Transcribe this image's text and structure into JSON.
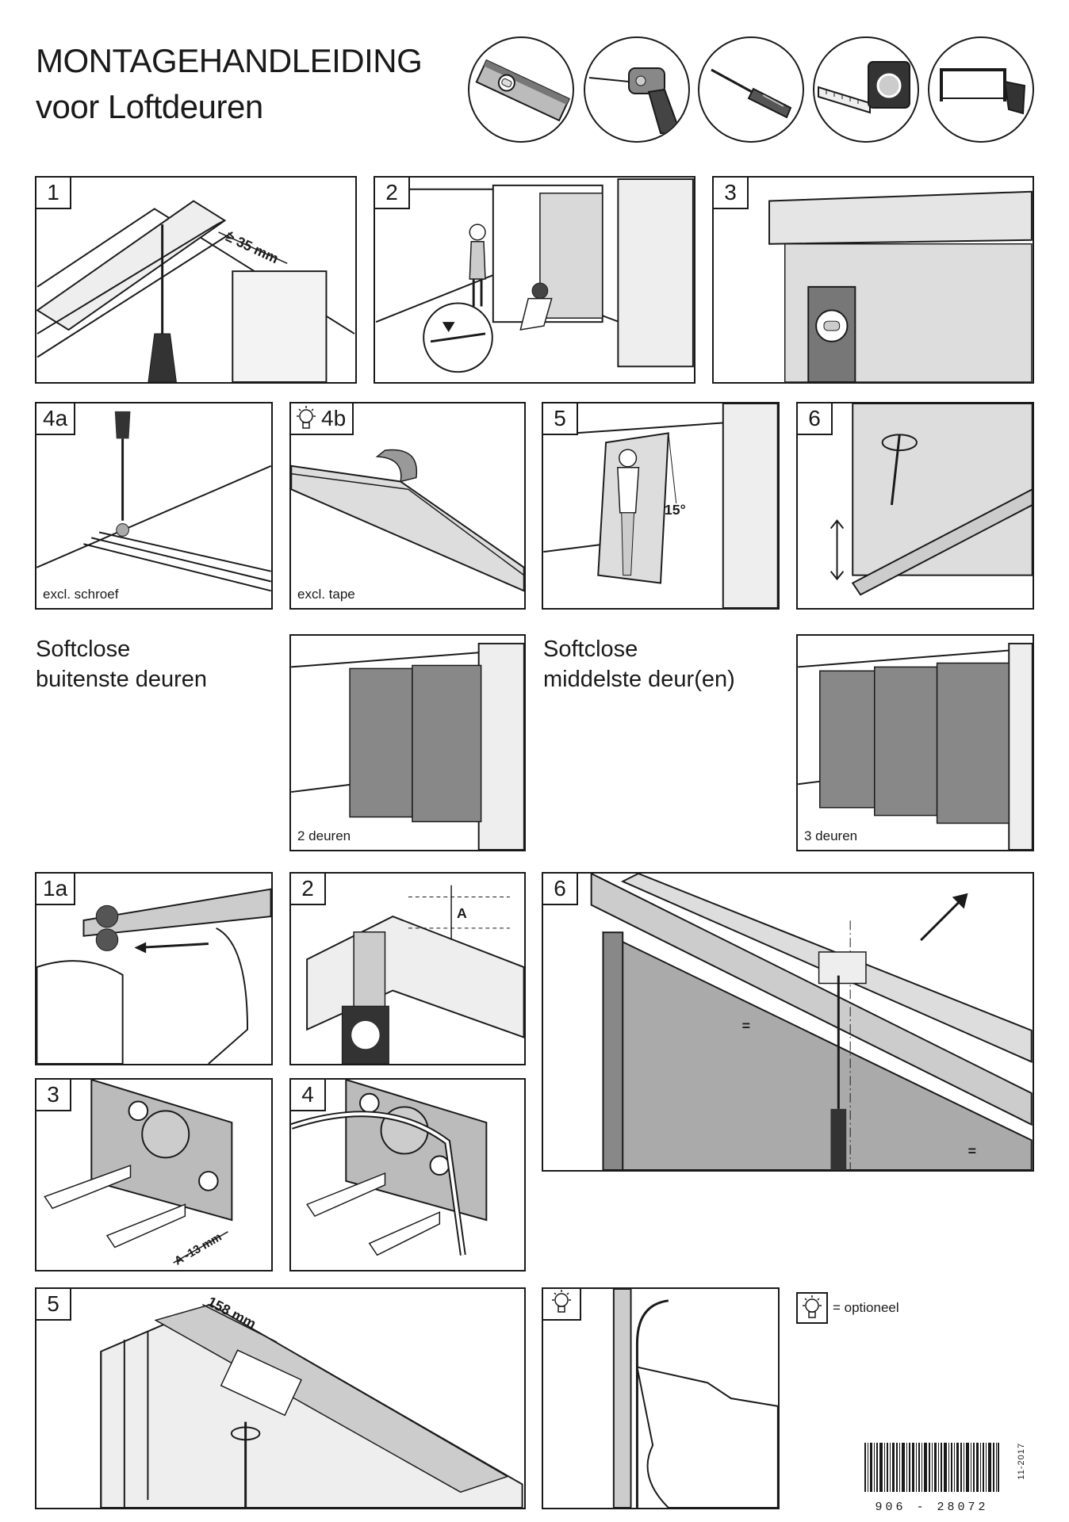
{
  "title": {
    "line1": "MONTAGEHANDLEIDING",
    "line2": "voor Loftdeuren"
  },
  "tools": [
    {
      "icon": "spirit-level-icon"
    },
    {
      "icon": "drill-icon"
    },
    {
      "icon": "screwdriver-icon"
    },
    {
      "icon": "tape-measure-icon"
    },
    {
      "icon": "hacksaw-icon"
    }
  ],
  "install_steps": {
    "s1": {
      "number": "1",
      "dimension": "≥ 35 mm"
    },
    "s2": {
      "number": "2"
    },
    "s3": {
      "number": "3"
    },
    "s4a": {
      "number": "4a",
      "caption": "excl. schroef"
    },
    "s4b": {
      "number": "4b",
      "caption": "excl. tape"
    },
    "s5": {
      "number": "5",
      "angle": "15°"
    },
    "s6": {
      "number": "6"
    }
  },
  "softclose": {
    "outer": {
      "heading_line1": "Softclose",
      "heading_line2": "buitenste deuren",
      "caption": "2 deuren"
    },
    "middle": {
      "heading_line1": "Softclose",
      "heading_line2": "middelste deur(en)",
      "caption": "3 deuren"
    }
  },
  "softclose_steps": {
    "s1a": {
      "number": "1a"
    },
    "s2": {
      "number": "2",
      "dimension": "A"
    },
    "s3": {
      "number": "3",
      "dimension": "A -13 mm"
    },
    "s4": {
      "number": "4"
    },
    "s5": {
      "number": "5",
      "dimension": "158 mm"
    },
    "s6": {
      "number": "6",
      "equal_mark": "="
    }
  },
  "legend": {
    "text": "= optioneel"
  },
  "footer": {
    "barcode_number": "906 - 28072",
    "date": "11-2017"
  }
}
